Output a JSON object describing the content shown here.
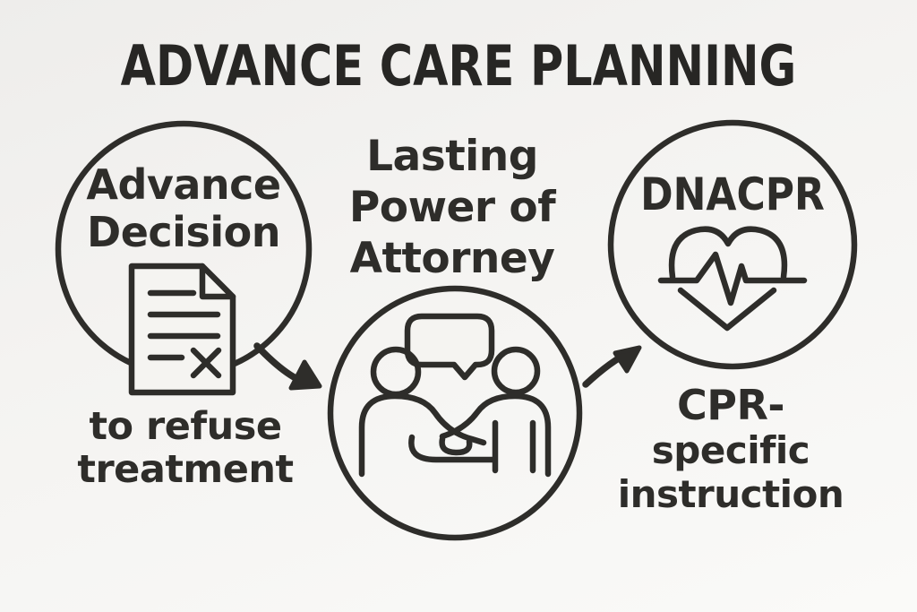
{
  "title": "ADVANCE CARE PLANNING",
  "colors": {
    "background": "#f5f4f1",
    "ink": "#2e2d2a"
  },
  "nodes": {
    "advance_decision": {
      "label": [
        "Advance",
        "Decision"
      ],
      "caption": [
        "to refuse",
        "treatment"
      ],
      "icon": "document-with-cross-icon"
    },
    "lasting_power_of_attorney": {
      "heading": [
        "Lasting",
        "Power of",
        "Attorney"
      ],
      "icon": "two-people-conversation-handshake-icon"
    },
    "dnacpr": {
      "label": "DNACPR",
      "caption": [
        "CPR-",
        "specific",
        "instruction"
      ],
      "icon": "heart-ecg-icon"
    }
  },
  "connectors": [
    {
      "from": "advance_decision",
      "to": "lasting_power_of_attorney",
      "shape": "curved-arrow-down-right"
    },
    {
      "from": "lasting_power_of_attorney",
      "to": "dnacpr",
      "shape": "curved-arrow-up-right"
    }
  ]
}
